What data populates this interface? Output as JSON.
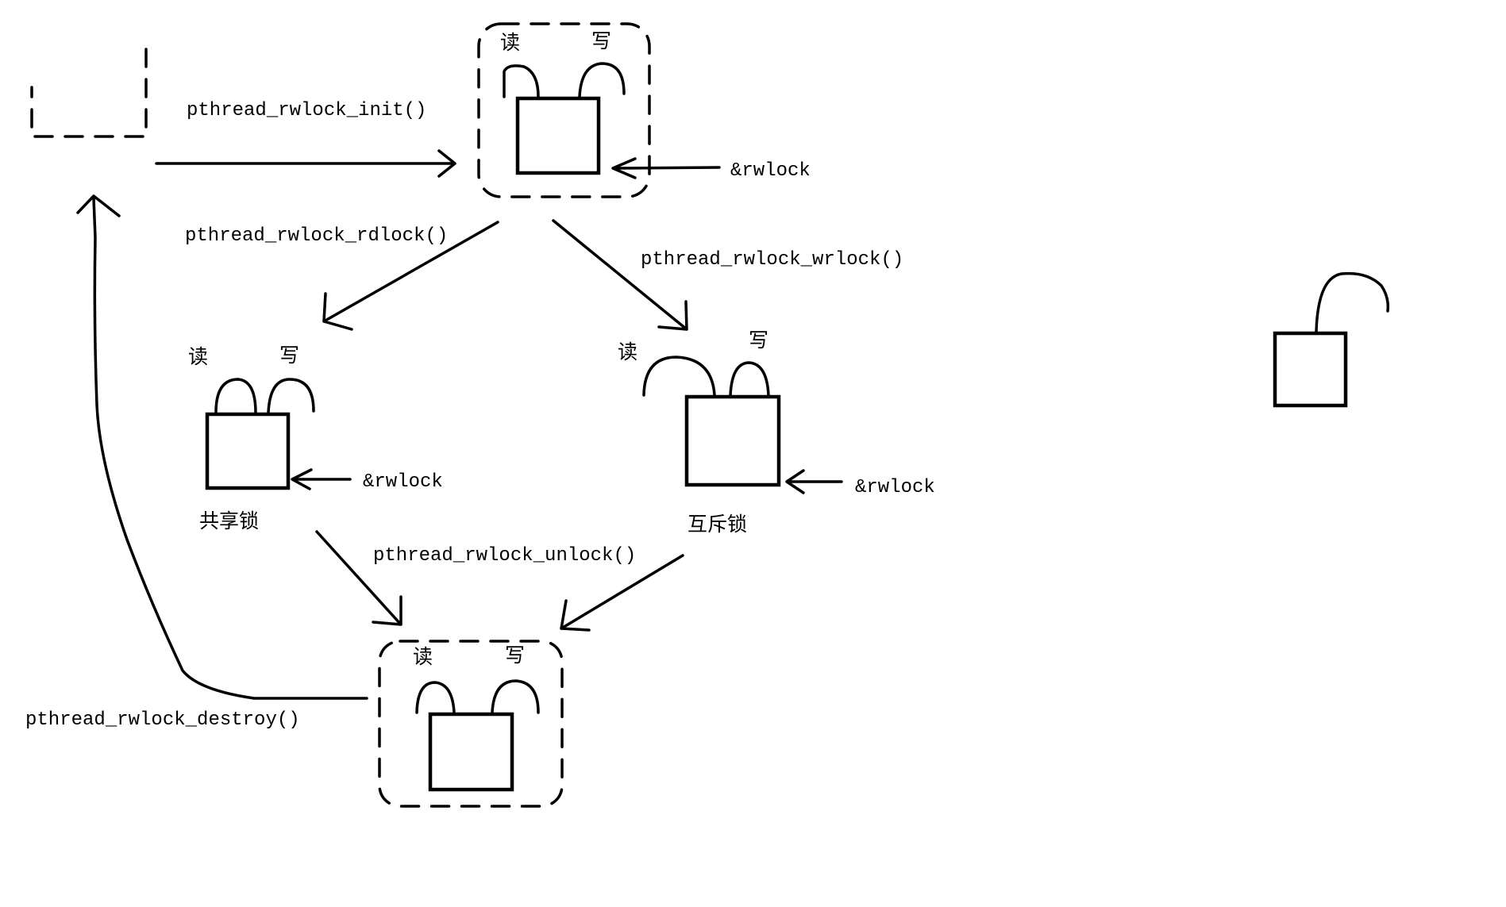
{
  "labels": {
    "read": "读",
    "write": "写",
    "rwlock_ref": "&rwlock"
  },
  "functions": {
    "init": "pthread_rwlock_init()",
    "rdlock": "pthread_rwlock_rdlock()",
    "wrlock": "pthread_rwlock_wrlock()",
    "unlock": "pthread_rwlock_unlock()",
    "destroy": "pthread_rwlock_destroy()"
  },
  "states": {
    "shared": "共享锁",
    "exclusive": "互斥锁"
  },
  "colors": {
    "ink": "#000000",
    "background": "#ffffff"
  }
}
